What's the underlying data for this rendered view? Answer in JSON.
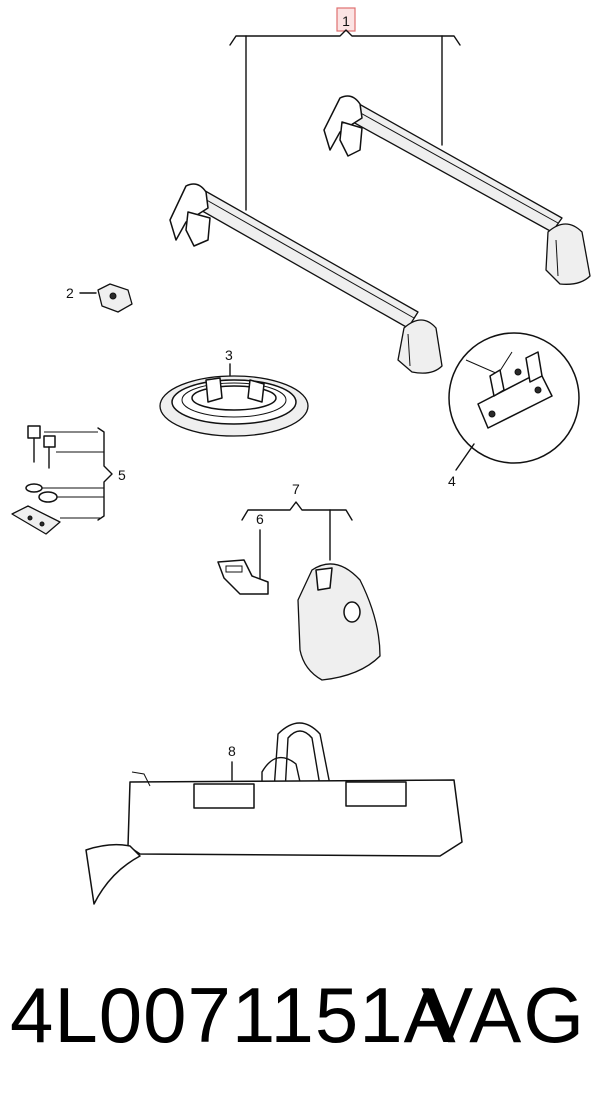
{
  "diagram": {
    "callouts": {
      "c1": "1",
      "c2": "2",
      "c3": "3",
      "c4": "4",
      "c5": "5",
      "c6": "6",
      "c7": "7",
      "c8": "8"
    },
    "highlight_color": "#e07070"
  },
  "footer": {
    "part_number": "4L0071151A",
    "brand": "VAG"
  }
}
